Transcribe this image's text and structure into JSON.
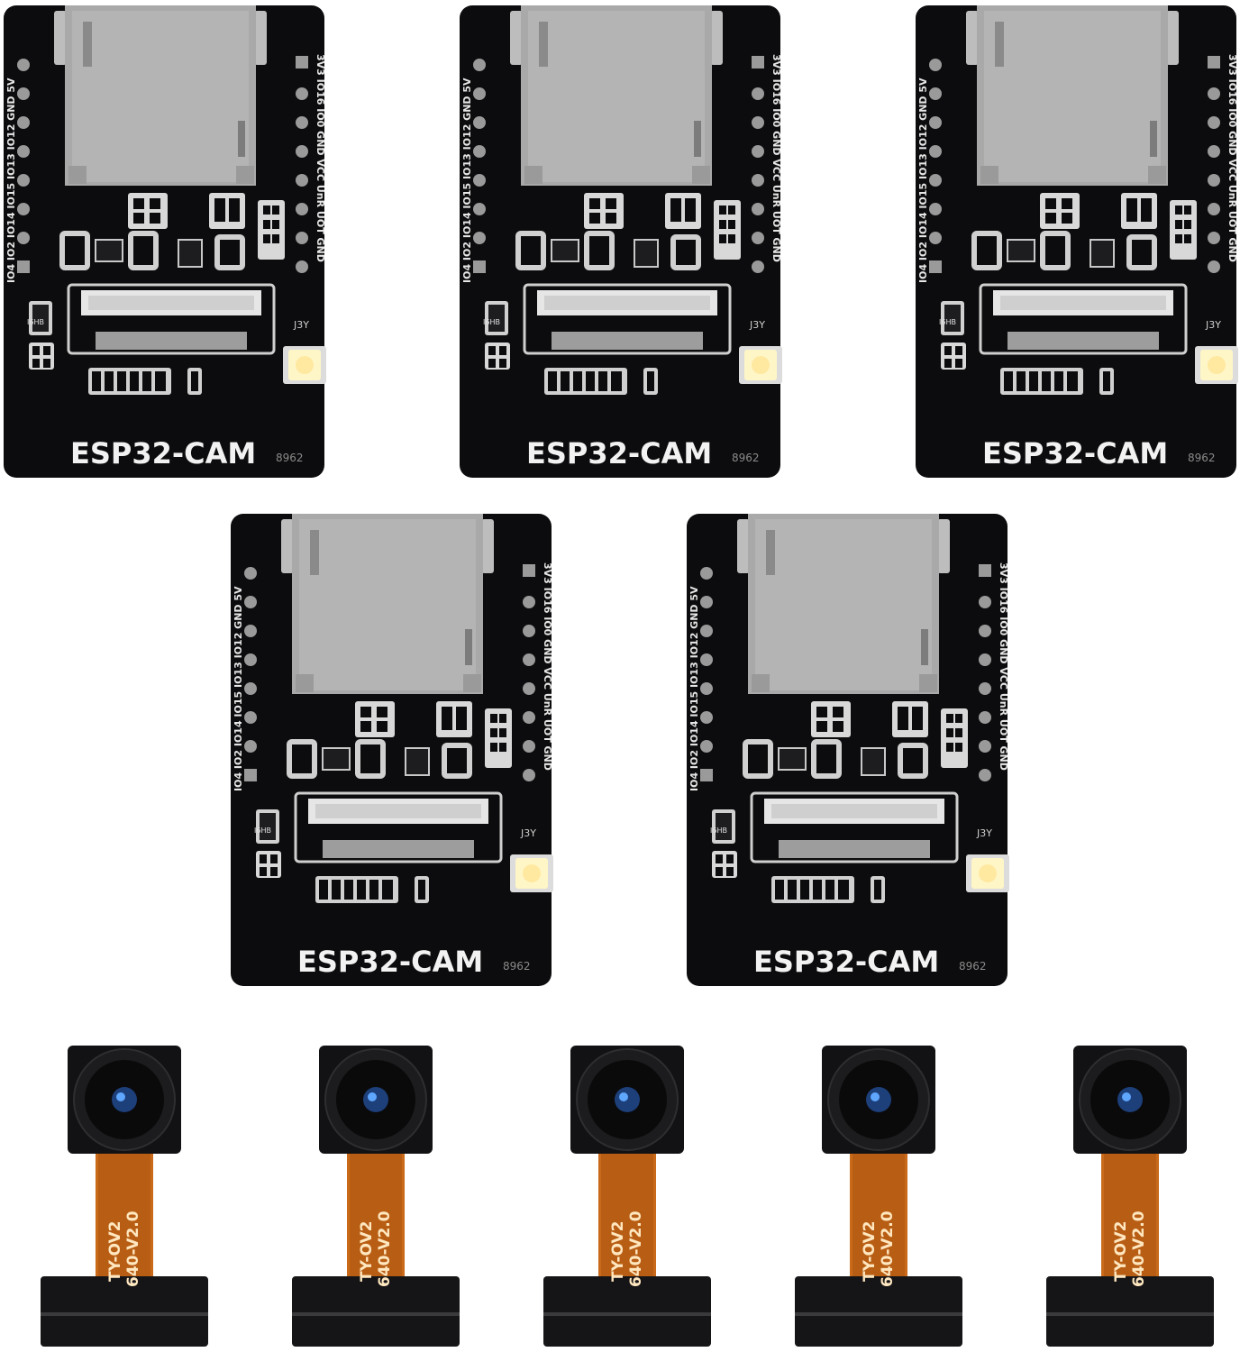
{
  "product": {
    "board_label": "ESP32-CAM",
    "board_code": "8962",
    "led_label": "J3Y",
    "chip_label": "I6HB",
    "left_pins": [
      "IO4",
      "IO2",
      "IO14",
      "IO15",
      "IO13",
      "IO12",
      "GND",
      "5V"
    ],
    "right_pins": [
      "3V3",
      "IO16",
      "IO0",
      "GND",
      "VCC",
      "UnR",
      "UOT",
      "GND"
    ],
    "camera_line1": "TY-OV2",
    "camera_line2": "640-V2.0"
  },
  "colors": {
    "pcb": "#0c0c0e",
    "sd_slot": "#a9a9a9",
    "flex_cable": "#c96a1a",
    "led": "#fff6c8",
    "lens_accent": "#1a5fb4"
  },
  "counts": {
    "boards": 5,
    "cameras": 5
  }
}
